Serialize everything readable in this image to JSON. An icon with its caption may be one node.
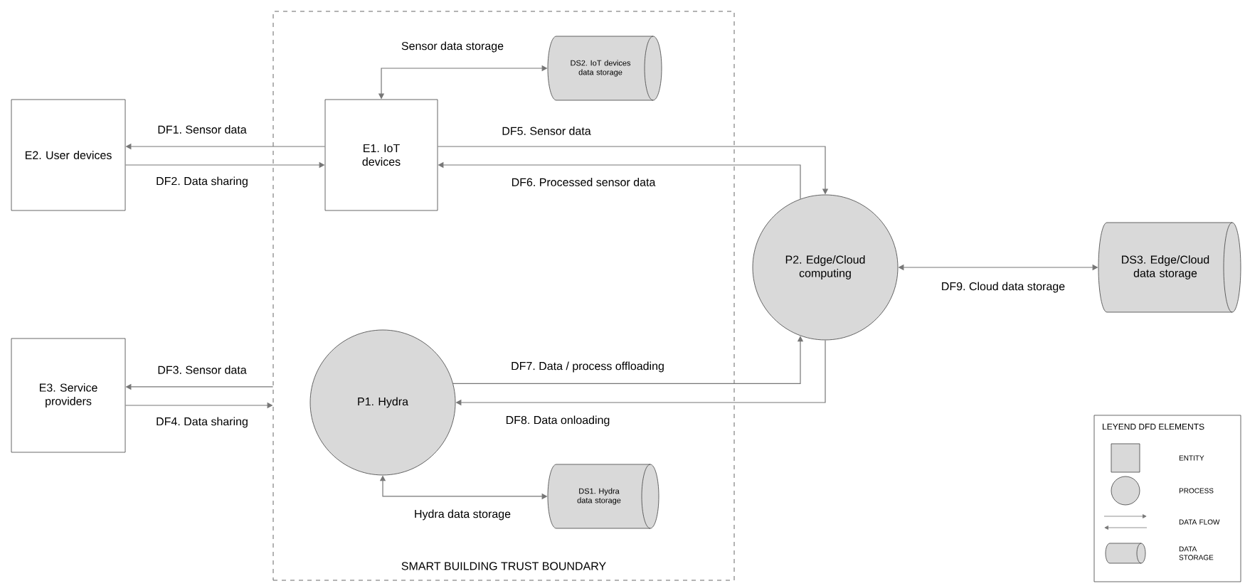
{
  "diagram": {
    "nodes": [
      {
        "text": [
          "SMART BUILDING TRUST BOUNDARY"
        ]
      },
      {
        "text": [
          "E2. User devices"
        ]
      },
      {
        "text": [
          "E1. IoT devices"
        ],
        "in": 0
      },
      {
        "text": [
          "DS2. IoT devices data storage"
        ],
        "in": 0
      },
      {
        "text": [
          "E3. Service providers"
        ]
      },
      {
        "text": [
          "P1. Hydra"
        ],
        "in": 0
      },
      {
        "text": [
          "DS1. Hydra data storage"
        ],
        "in": 0
      },
      {
        "text": [
          "P2. Edge/Cloud computing"
        ]
      },
      {
        "text": [
          "DS3. Edge/Cloud data storage"
        ]
      }
    ],
    "edges": [
      {
        "from": 2,
        "to": 1,
        "arrow": "to",
        "label": "DF1. Sensor data"
      },
      {
        "from": 1,
        "to": 2,
        "arrow": "to",
        "label": "DF2. Data sharing"
      },
      {
        "from": 0,
        "to": 4,
        "arrow": "to",
        "label": "DF3. Sensor data"
      },
      {
        "from": 4,
        "to": 0,
        "arrow": "to",
        "label": "DF4. Data sharing"
      },
      {
        "from": 2,
        "to": 3,
        "arrow": "both",
        "label": "Sensor data storage"
      },
      {
        "from": 2,
        "to": 7,
        "arrow": "to",
        "label": "DF5. Sensor data"
      },
      {
        "from": 7,
        "to": 2,
        "arrow": "to",
        "label": "DF6. Processed sensor data"
      },
      {
        "from": 5,
        "to": 7,
        "arrow": "to",
        "label": "DF7. Data / process offloading"
      },
      {
        "from": 7,
        "to": 5,
        "arrow": "to",
        "label": "DF8. Data onloading"
      },
      {
        "from": 5,
        "to": 6,
        "arrow": "both",
        "label": "Hydra data storage"
      },
      {
        "from": 7,
        "to": 8,
        "arrow": "both",
        "label": "DF9. Cloud data storage"
      }
    ],
    "labels": [
      "LEYEND DFD ELEMENTS"
    ],
    "legend": [
      {
        "text": "ENTITY"
      },
      {
        "text": "PROCESS"
      },
      {
        "text": "DATA FLOW"
      },
      {
        "text": "DATA STORAGE"
      }
    ]
  }
}
